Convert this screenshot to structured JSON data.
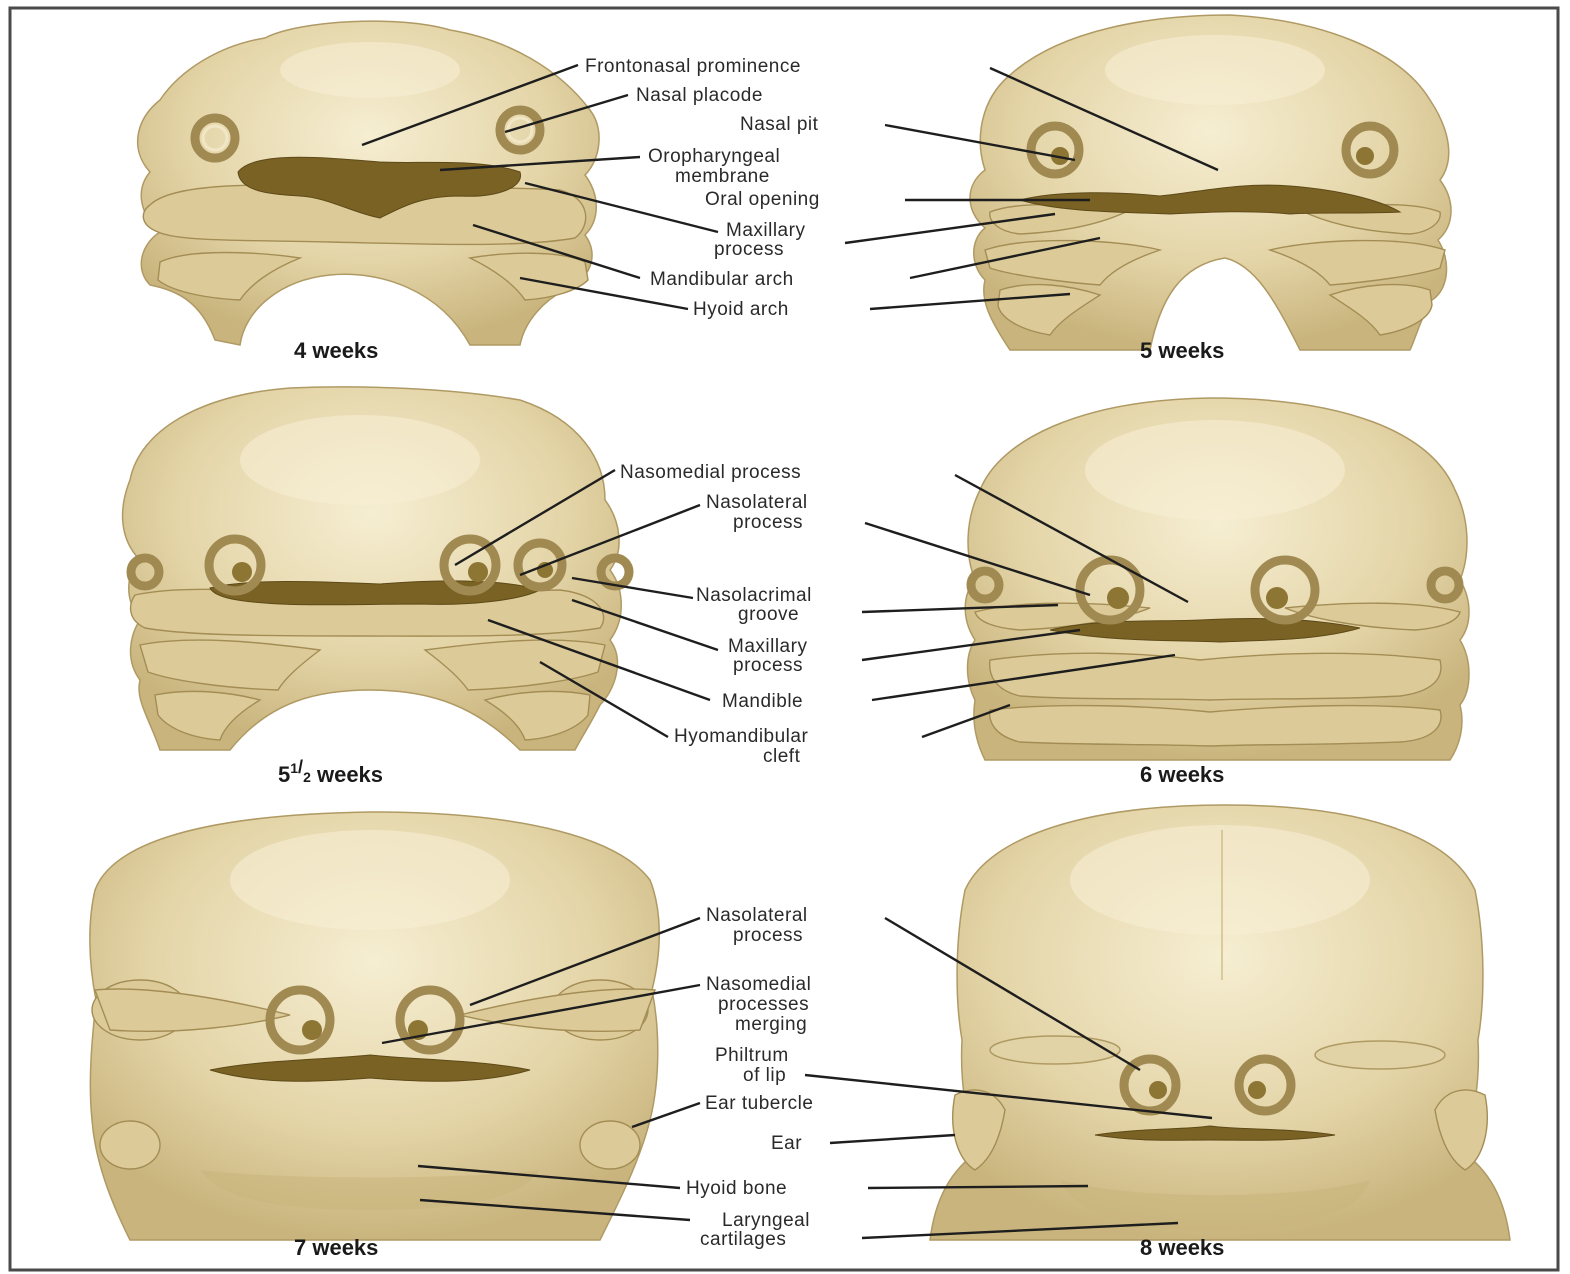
{
  "panels": [
    {
      "caption": "4 weeks",
      "labels": [
        "Frontonasal prominence",
        "Nasal placode",
        "Oropharyngeal membrane",
        "Maxillary process",
        "Mandibular arch",
        "Hyoid arch"
      ]
    },
    {
      "caption": "5 weeks",
      "labels": [
        "Frontonasal prominence",
        "Nasal pit",
        "Oral opening",
        "Maxillary process",
        "Mandibular arch",
        "Hyoid arch"
      ]
    },
    {
      "caption": "5¹/₂ weeks",
      "labels": [
        "Nasomedial process",
        "Nasolateral process",
        "Nasolacrimal groove",
        "Maxillary process",
        "Mandible",
        "Hyomandibular cleft"
      ]
    },
    {
      "caption": "6 weeks",
      "labels": [
        "Nasomedial process",
        "Nasolateral process",
        "Nasolacrimal groove",
        "Maxillary process",
        "Mandible",
        "Hyomandibular cleft"
      ]
    },
    {
      "caption": "7 weeks",
      "labels": [
        "Nasolateral process",
        "Nasomedial processes merging",
        "Ear tubercle",
        "Hyoid bone",
        "Laryngeal cartilages"
      ]
    },
    {
      "caption": "8 weeks",
      "labels": [
        "Nasolateral process",
        "Philtrum of lip",
        "Ear",
        "Hyoid bone",
        "Laryngeal cartilages"
      ]
    }
  ],
  "labels": {
    "frontonasal": "Frontonasal prominence",
    "nasal_placode": "Nasal placode",
    "nasal_pit": "Nasal pit",
    "oropharyngeal_1": "Oropharyngeal",
    "oropharyngeal_2": "membrane",
    "oral_opening": "Oral opening",
    "maxillary_1": "Maxillary",
    "maxillary_2": "process",
    "mandibular_arch": "Mandibular arch",
    "hyoid_arch": "Hyoid arch",
    "nasomedial": "Nasomedial process",
    "nasolateral_1": "Nasolateral",
    "nasolateral_2": "process",
    "nasolacrimal_1": "Nasolacrimal",
    "nasolacrimal_2": "groove",
    "maxillary_b1": "Maxillary",
    "maxillary_b2": "process",
    "mandible": "Mandible",
    "hyomandibular_1": "Hyomandibular",
    "hyomandibular_2": "cleft",
    "nasolateral_c1": "Nasolateral",
    "nasolateral_c2": "process",
    "nasomedial_m1": "Nasomedial",
    "nasomedial_m2": "processes",
    "nasomedial_m3": "merging",
    "philtrum_1": "Philtrum",
    "philtrum_2": "of lip",
    "ear_tubercle": "Ear tubercle",
    "ear": "Ear",
    "hyoid_bone": "Hyoid bone",
    "laryngeal_1": "Laryngeal",
    "laryngeal_2": "cartilages"
  },
  "captions": {
    "w4": "4 weeks",
    "w5": "5 weeks",
    "w5h_main": "5",
    "w5h_sup": "1",
    "w5h_slash": "/",
    "w5h_sub": "2",
    "w5h_rest": " weeks",
    "w6": "6 weeks",
    "w7": "7 weeks",
    "w8": "8 weeks"
  },
  "colors": {
    "skin_light": "#f3e9c8",
    "skin_mid": "#e1d2a4",
    "skin_dark": "#c7b27a",
    "cavity": "#7a6224",
    "leader": "#1e1e1e"
  }
}
